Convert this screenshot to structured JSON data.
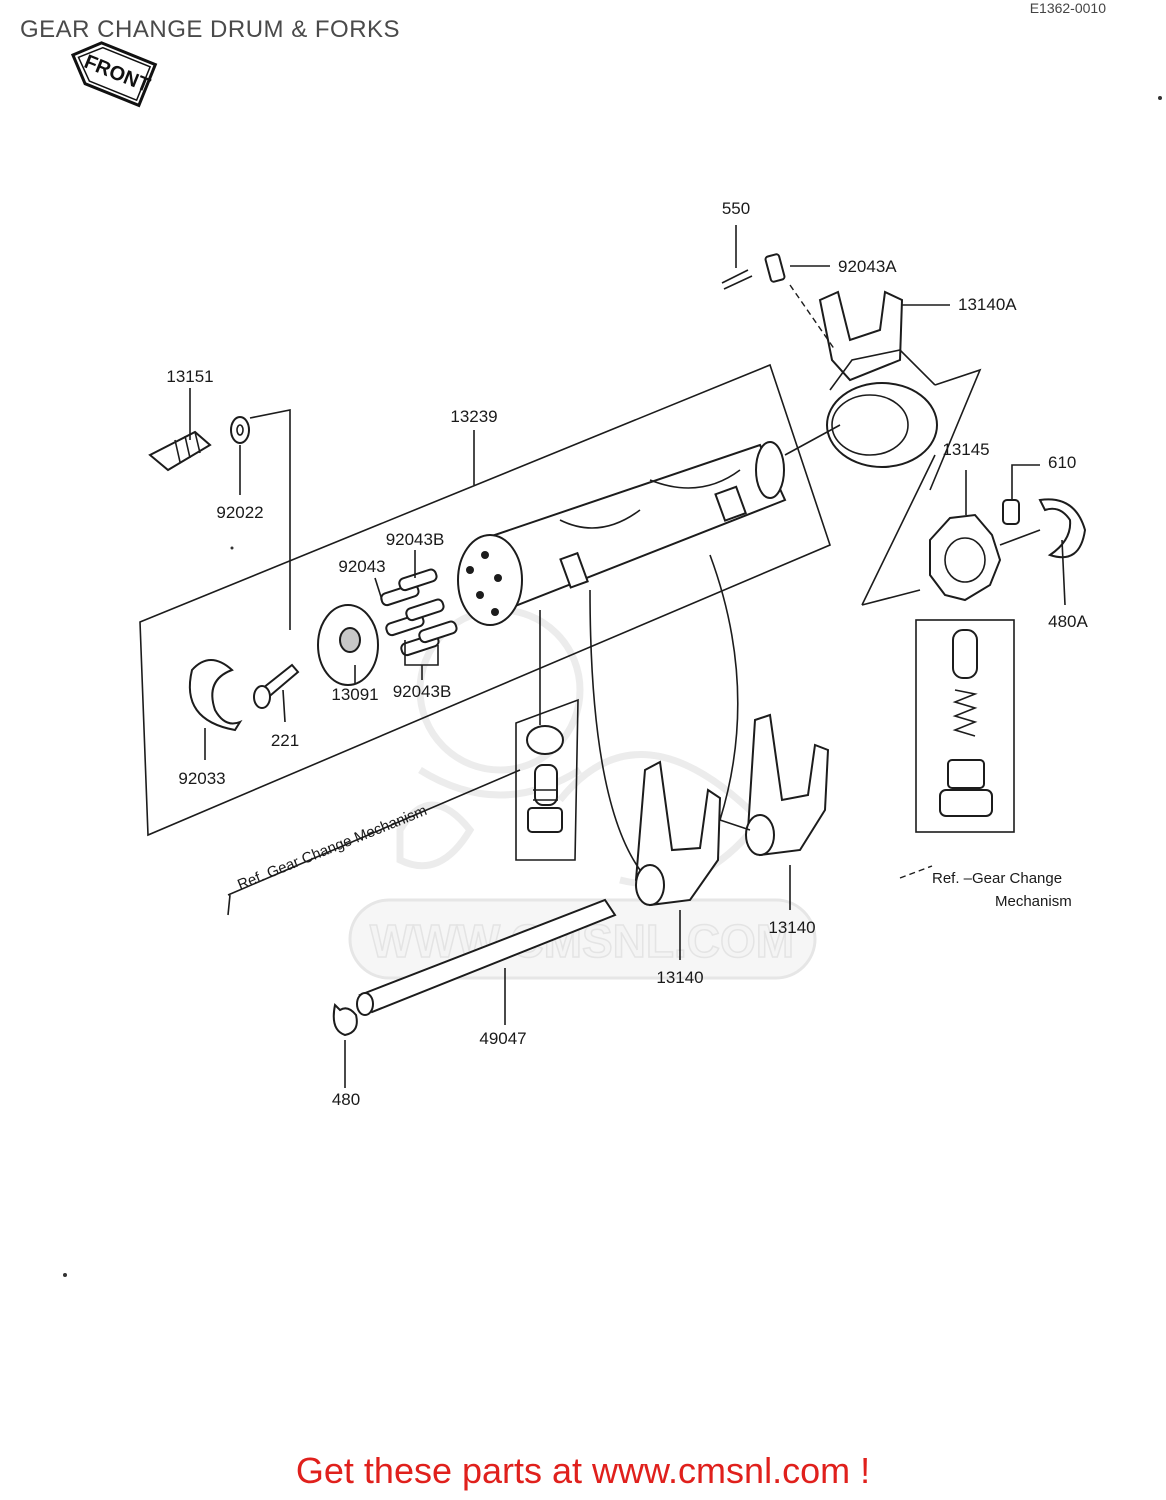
{
  "header": {
    "title": "GEAR CHANGE DRUM & FORKS",
    "ref_code": "E1362-0010",
    "front_arrow_label": "FRONT"
  },
  "watermark": {
    "text": "WWW.CMSNL.COM"
  },
  "callouts": {
    "c550": "550",
    "c92043A": "92043A",
    "c13140A": "13140A",
    "c13151": "13151",
    "c13239": "13239",
    "c92022": "92022",
    "c13145": "13145",
    "c610": "610",
    "c92043B_top": "92043B",
    "c92043": "92043",
    "c480A": "480A",
    "c92043B_bottom": "92043B",
    "c13091": "13091",
    "c221": "221",
    "c92033": "92033",
    "c13140_right": "13140",
    "c13140_left": "13140",
    "c49047": "49047",
    "c480": "480"
  },
  "notes": {
    "ref_left": "Ref.   Gear Change  Mechanism",
    "ref_right_line1": "Ref.  –Gear Change",
    "ref_right_line2": "Mechanism"
  },
  "footer": {
    "cta": "Get these parts at www.cmsnl.com !",
    "color": "#e0201c"
  }
}
